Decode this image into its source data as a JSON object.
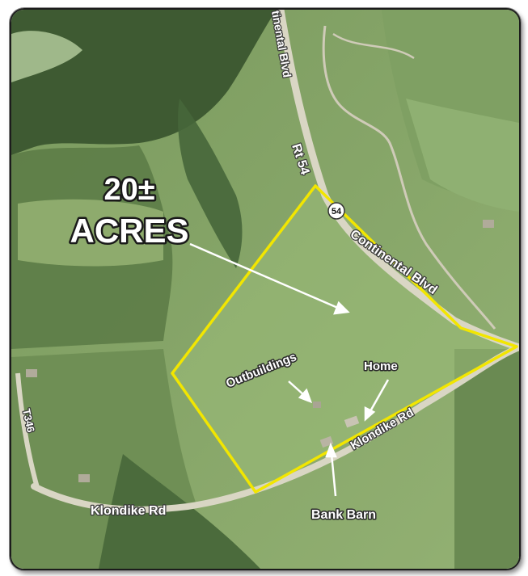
{
  "map": {
    "acreage_line1": "20±",
    "acreage_line2": "ACRES",
    "route_label": "Rt 54",
    "route_shield": "54",
    "continental_top": "tinental Blvd",
    "continental_main": "Continental Blvd",
    "klondike_east": "Klondike Rd",
    "klondike_west": "Klondike Rd",
    "township_road": "T346",
    "outbuildings": "Outbuildings",
    "home": "Home",
    "bank_barn": "Bank Barn"
  },
  "colors": {
    "boundary": "#f2e600",
    "field_light": "#8fae6c",
    "field_dark": "#3f5c33",
    "road": "#d9d6c4"
  }
}
